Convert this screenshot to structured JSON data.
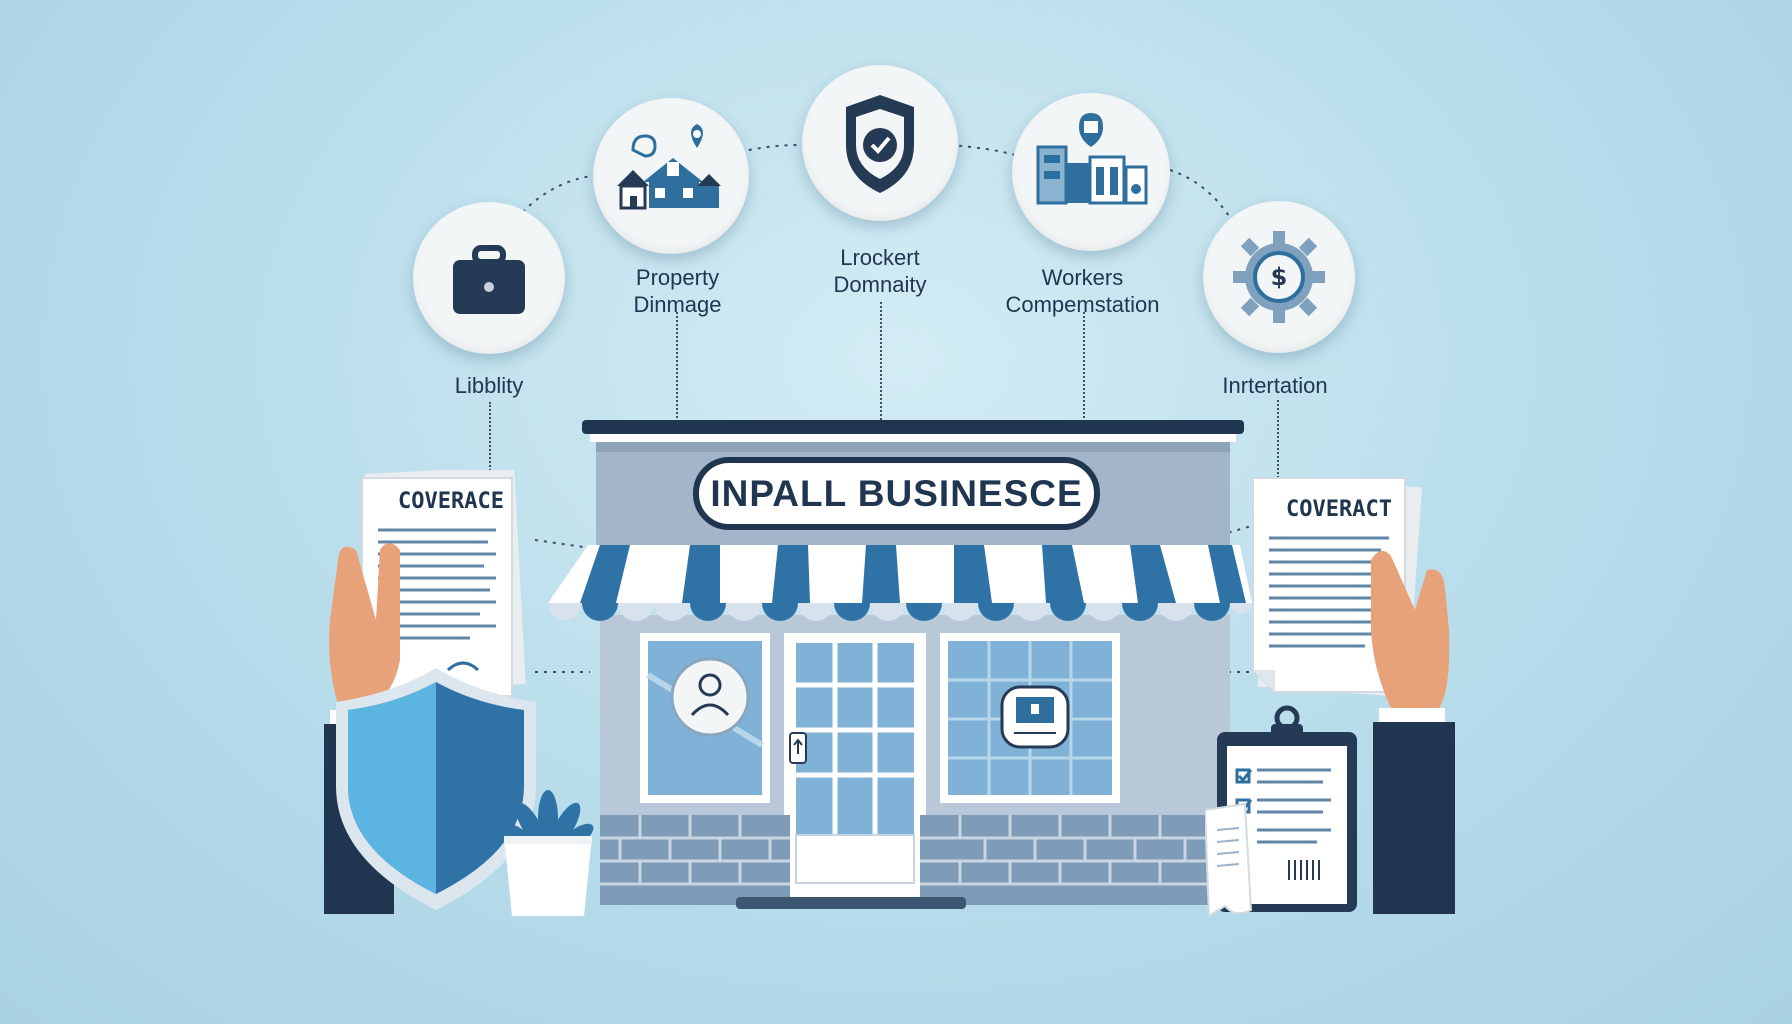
{
  "categories": [
    {
      "id": "liability",
      "lines": [
        "Libblity"
      ],
      "icon": "briefcase-icon"
    },
    {
      "id": "property",
      "lines": [
        "Property",
        "Dinmage"
      ],
      "icon": "house-location-icon"
    },
    {
      "id": "security",
      "lines": [
        "Lrockert",
        "Domnaity"
      ],
      "icon": "shield-check-icon"
    },
    {
      "id": "workers",
      "lines": [
        "Workers",
        "Compemstation"
      ],
      "icon": "buildings-icon"
    },
    {
      "id": "interruption",
      "lines": [
        "Inrtertation"
      ],
      "icon": "gear-dollar-icon"
    }
  ],
  "storefront": {
    "sign": "INPALL BUSINESCE"
  },
  "documents": {
    "left_title": "COVERACE",
    "right_title": "COVERACT"
  },
  "colors": {
    "primary": "#1f3550",
    "accent": "#2e6f9e",
    "background": "#b7dcea"
  }
}
